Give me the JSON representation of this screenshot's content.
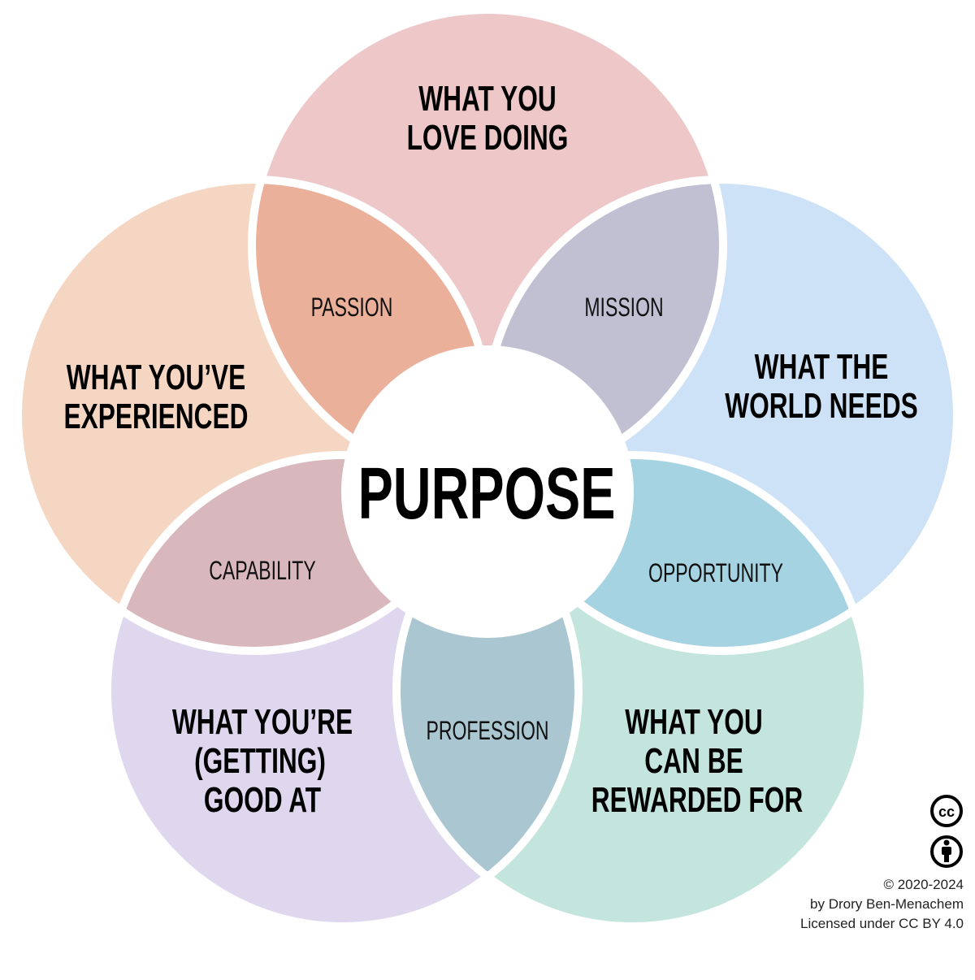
{
  "center": "PURPOSE",
  "circles": {
    "love": {
      "line1": "WHAT YOU",
      "line2": "LOVE DOING",
      "color": "#eec8c8"
    },
    "world": {
      "line1": "WHAT THE",
      "line2": "WORLD NEEDS",
      "color": "#cde2f6"
    },
    "rewarded": {
      "line1": "WHAT YOU",
      "line2": "CAN BE",
      "line3": "REWARDED FOR",
      "color": "#c4e5de"
    },
    "good": {
      "line1": "WHAT YOU’RE",
      "line2": "(GETTING)",
      "line3": "GOOD AT",
      "color": "#dfd7ee"
    },
    "experienced": {
      "line1": "WHAT YOU’VE",
      "line2": "EXPERIENCED",
      "color": "#f5d6c2"
    }
  },
  "overlaps": {
    "passion": {
      "label": "PASSION",
      "color": "#eab09a"
    },
    "mission": {
      "label": "MISSION",
      "color": "#c1bfd2"
    },
    "opportunity": {
      "label": "OPPORTUNITY",
      "color": "#a6d3e1"
    },
    "profession": {
      "label": "PROFESSION",
      "color": "#aac6d1"
    },
    "capability": {
      "label": "CAPABILITY",
      "color": "#d8b8bd"
    }
  },
  "credits": {
    "copyright": "© 2020-2024",
    "author": "by Drory Ben-Menachem",
    "license": "Licensed under CC BY 4.0",
    "cc_icon": "cc-icon",
    "by_icon": "attribution-icon"
  }
}
